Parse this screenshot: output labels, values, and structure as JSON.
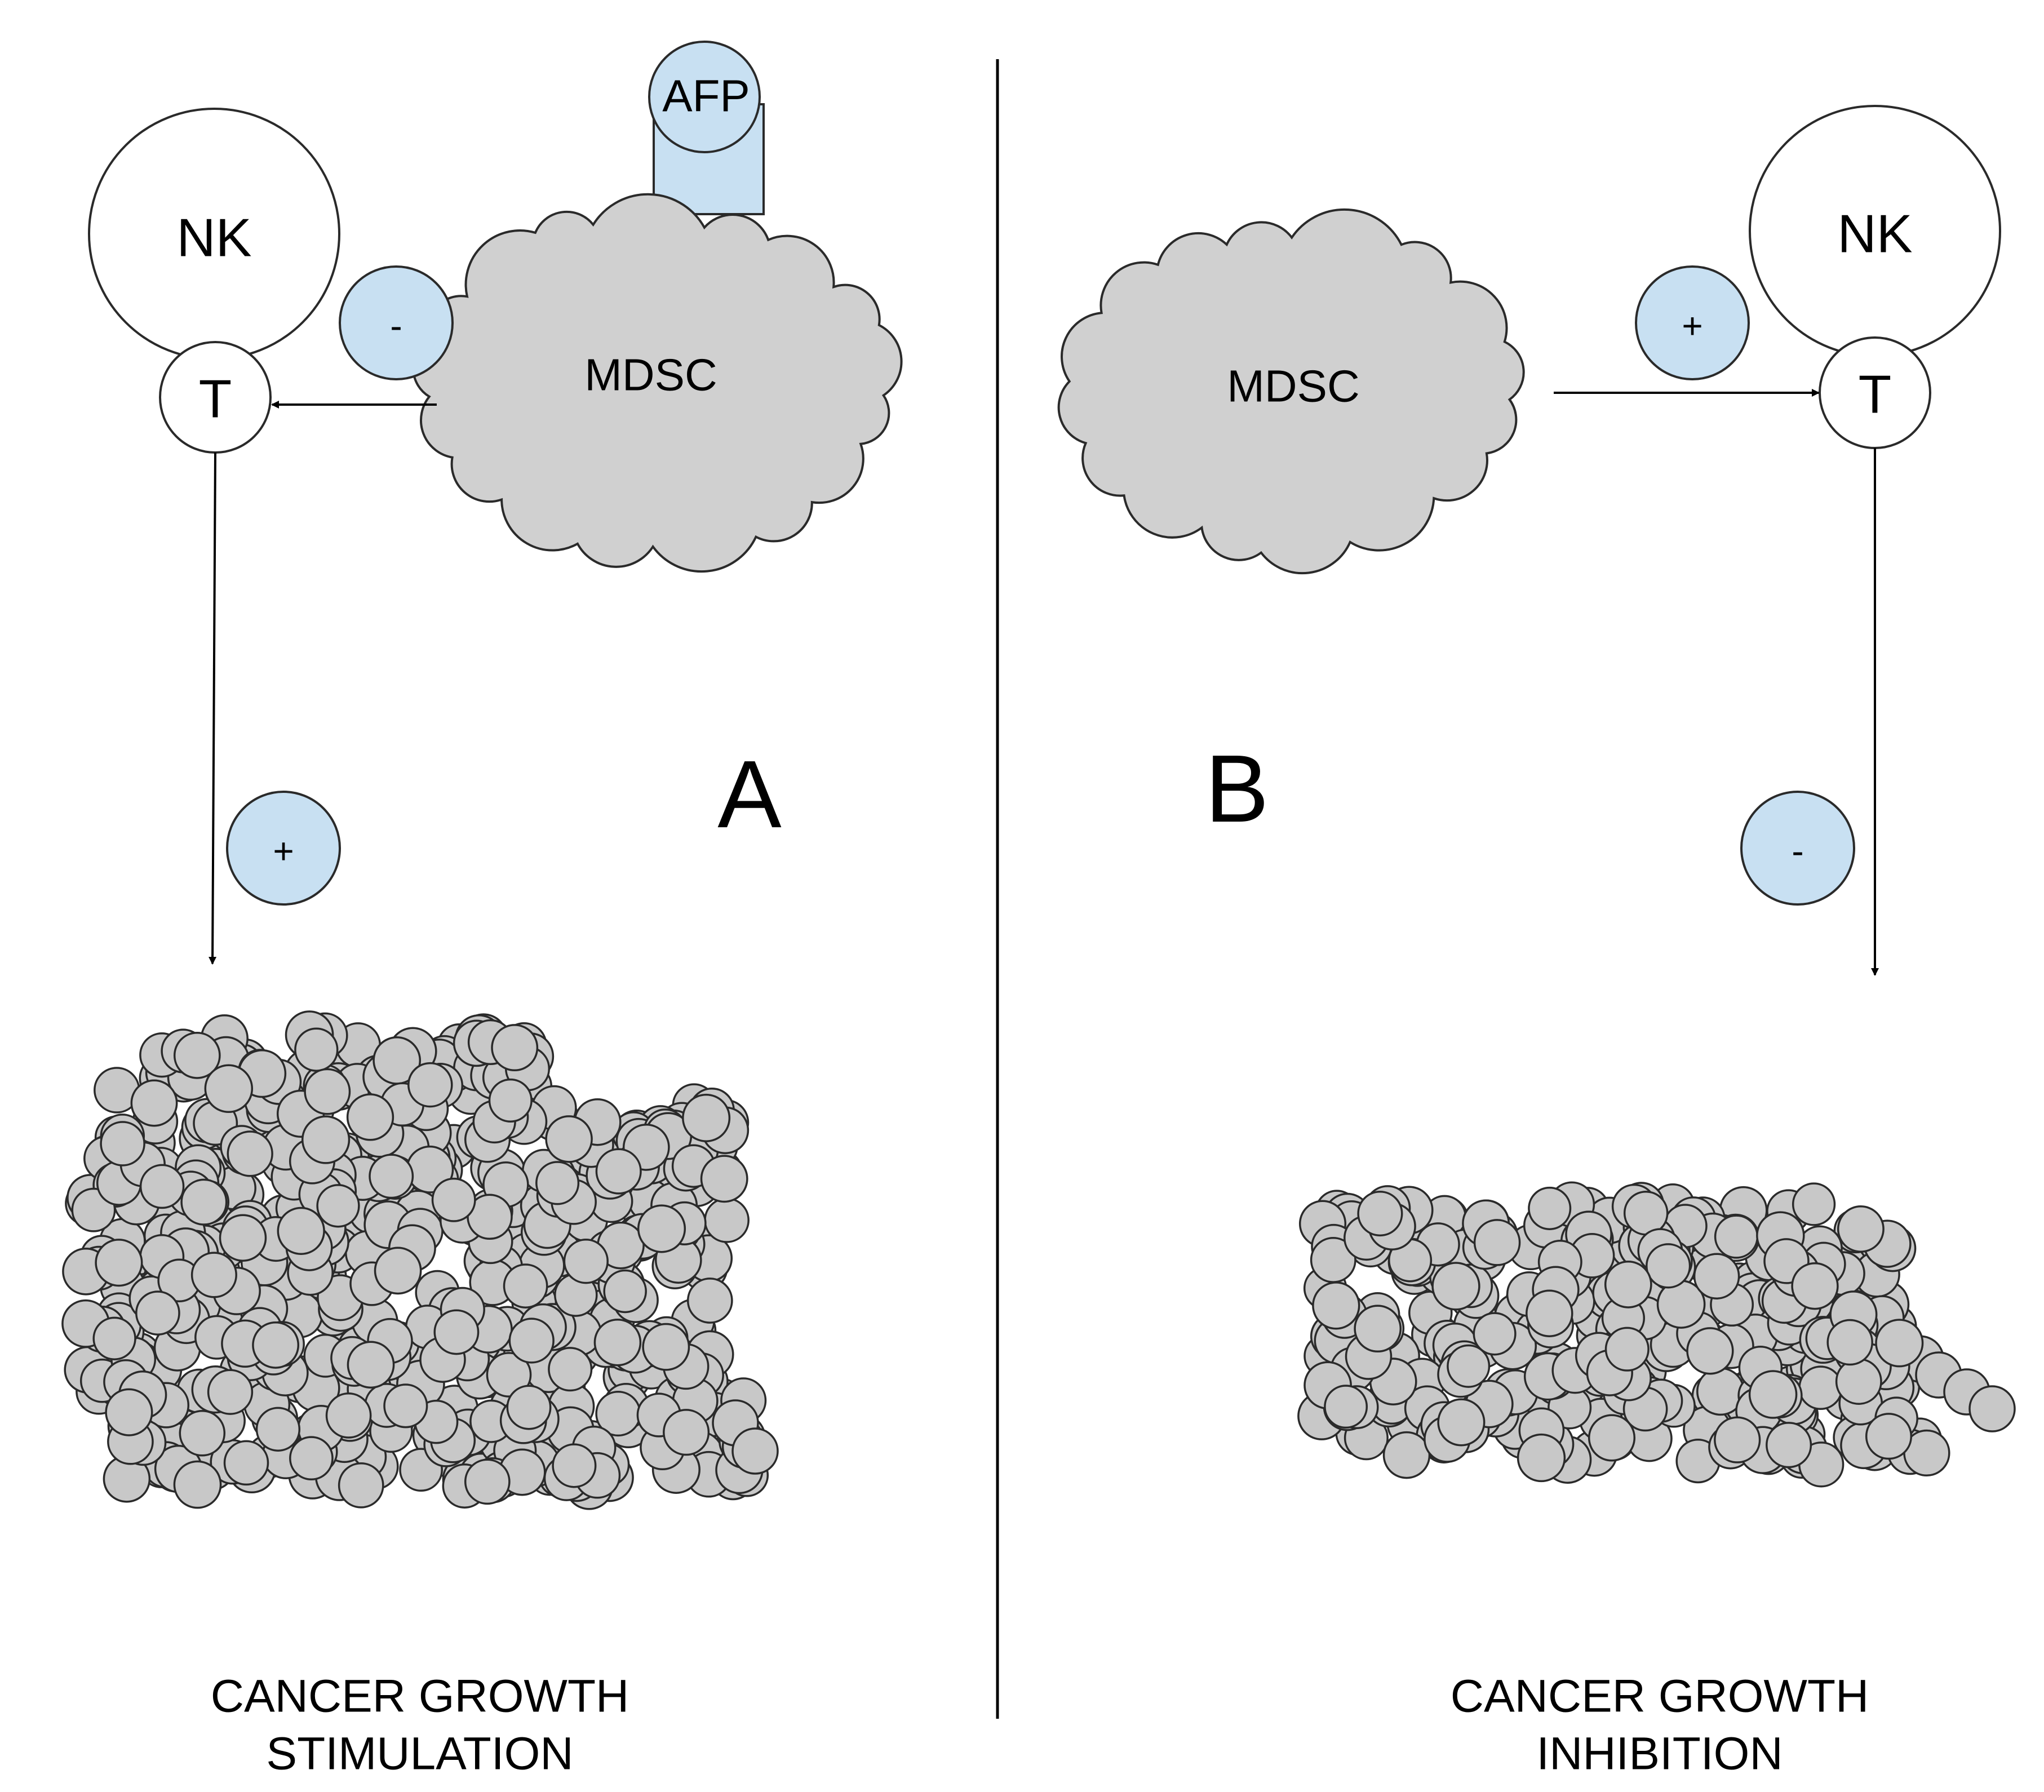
{
  "panels": {
    "a": {
      "letter": "A",
      "nk_label": "NK",
      "t_label": "T",
      "mdsc_label": "MDSC",
      "afp_label": "AFP",
      "mdsc_to_t_sign": "-",
      "t_to_tumor_sign": "+",
      "caption_line1": "CANCER GROWTH",
      "caption_line2": "STIMULATION"
    },
    "b": {
      "letter": "B",
      "nk_label": "NK",
      "t_label": "T",
      "mdsc_label": "MDSC",
      "mdsc_to_t_sign": "+",
      "t_to_tumor_sign": "-",
      "caption_line1": "CANCER GROWTH",
      "caption_line2": "INHIBITION"
    }
  },
  "colors": {
    "mdsc_fill": "#d0d0d0",
    "tumor_cell_fill": "#c8c8c8",
    "sign_fill": "#c8e0f2",
    "afp_fill": "#c8e0f2",
    "stroke": "#2a2a2a"
  }
}
